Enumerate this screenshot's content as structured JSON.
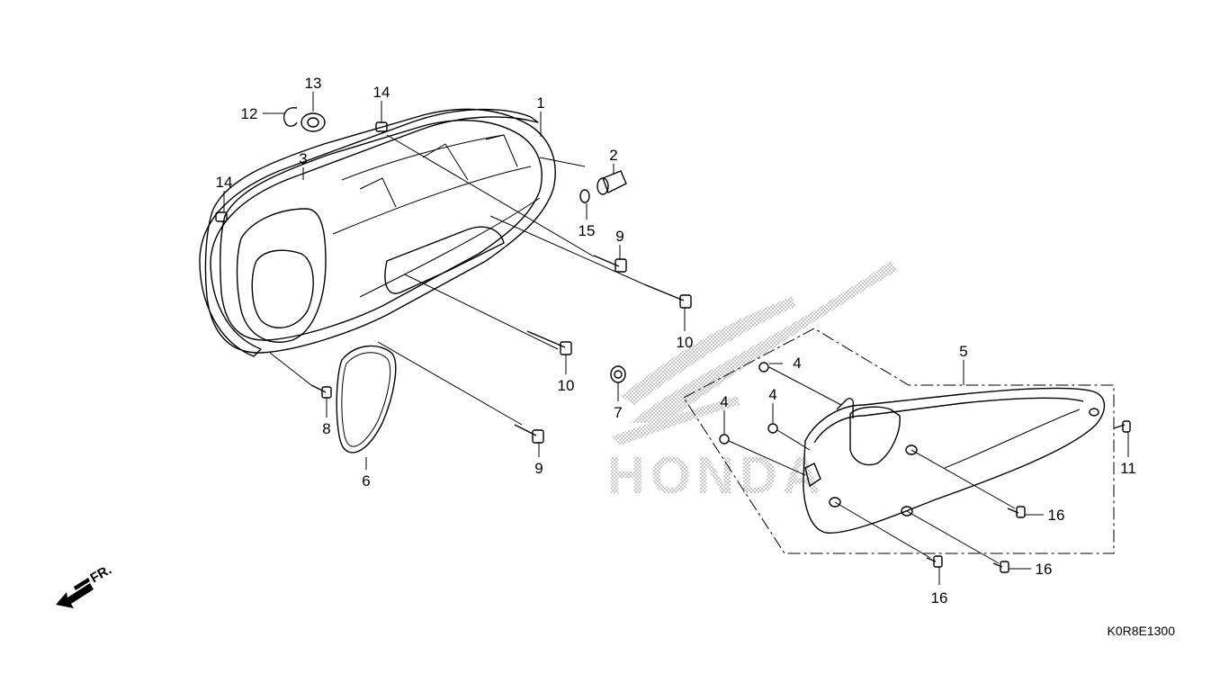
{
  "diagram": {
    "callouts": [
      {
        "id": "c1",
        "text": "1"
      },
      {
        "id": "c2",
        "text": "2"
      },
      {
        "id": "c3",
        "text": "3"
      },
      {
        "id": "c4a",
        "text": "4"
      },
      {
        "id": "c4b",
        "text": "4"
      },
      {
        "id": "c4c",
        "text": "4"
      },
      {
        "id": "c5",
        "text": "5"
      },
      {
        "id": "c6",
        "text": "6"
      },
      {
        "id": "c7",
        "text": "7"
      },
      {
        "id": "c8",
        "text": "8"
      },
      {
        "id": "c9a",
        "text": "9"
      },
      {
        "id": "c9b",
        "text": "9"
      },
      {
        "id": "c10a",
        "text": "10"
      },
      {
        "id": "c10b",
        "text": "10"
      },
      {
        "id": "c11",
        "text": "11"
      },
      {
        "id": "c12",
        "text": "12"
      },
      {
        "id": "c13",
        "text": "13"
      },
      {
        "id": "c14a",
        "text": "14"
      },
      {
        "id": "c14b",
        "text": "14"
      },
      {
        "id": "c15",
        "text": "15"
      },
      {
        "id": "c16a",
        "text": "16"
      },
      {
        "id": "c16b",
        "text": "16"
      },
      {
        "id": "c16c",
        "text": "16"
      }
    ],
    "direction_label": "FR.",
    "diagram_code": "K0R8E1300",
    "watermark": "HONDA"
  }
}
